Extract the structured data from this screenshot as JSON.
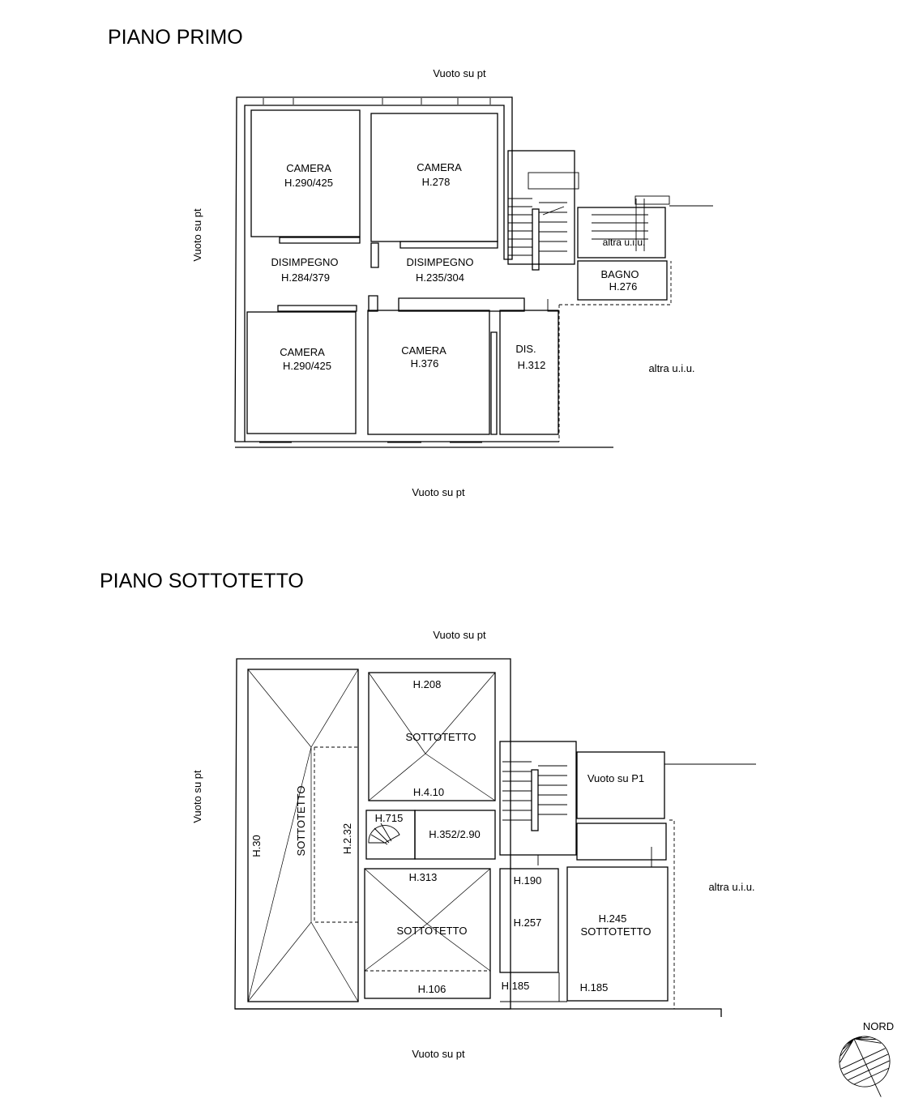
{
  "floor_first": {
    "title": "PIANO PRIMO",
    "void_top": "Vuoto su pt",
    "void_left": "Vuoto su pt",
    "void_bottom": "Vuoto su pt",
    "other_unit_right": "altra u.i.u.",
    "other_unit_stair": "altra u.i.u.",
    "rooms": {
      "camera_nw": {
        "name": "CAMERA",
        "height": "H.290/425"
      },
      "camera_ne": {
        "name": "CAMERA",
        "height": "H.278"
      },
      "disimpegno_w": {
        "name": "DISIMPEGNO",
        "height": "H.284/379"
      },
      "disimpegno_e": {
        "name": "DISIMPEGNO",
        "height": "H.235/304"
      },
      "bagno": {
        "name": "BAGNO",
        "height": "H.276"
      },
      "camera_sw": {
        "name": "CAMERA",
        "height": "H.290/425"
      },
      "camera_s": {
        "name": "CAMERA",
        "height": "H.376"
      },
      "dis": {
        "name": "DIS.",
        "height": "H.312"
      }
    }
  },
  "floor_attic": {
    "title": "PIANO SOTTOTETTO",
    "void_top": "Vuoto su pt",
    "void_left": "Vuoto su pt",
    "void_bottom": "Vuoto su pt",
    "void_p1": "Vuoto su P1",
    "other_unit_right": "altra u.i.u.",
    "labels": {
      "h208": "H.208",
      "sottotetto_n": "SOTTOTETTO",
      "h410": "H.4.10",
      "h715": "H.715",
      "h352": "H.352/2.90",
      "sottotetto_vertical": "SOTTOTETTO",
      "h30": "H.30",
      "h232": "H.2.32",
      "h313": "H.313",
      "sottotetto_s": "SOTTOTETTO",
      "h106": "H.106",
      "h190": "H.190",
      "h257": "H.257",
      "h185a": "H.185",
      "h245": "H.245",
      "sottotetto_e": "SOTTOTETTO",
      "h185b": "H.185"
    }
  },
  "compass": {
    "label": "NORD"
  }
}
